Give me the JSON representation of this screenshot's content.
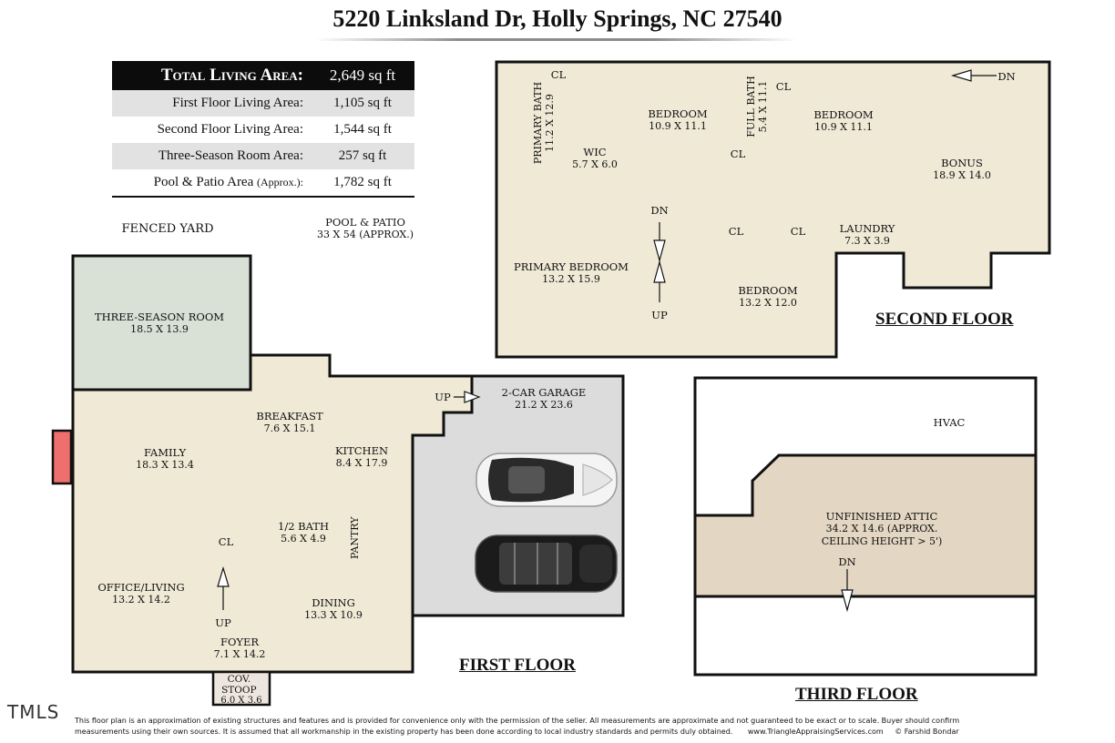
{
  "title": "5220 Linksland Dr, Holly Springs, NC 27540",
  "areas": {
    "total": {
      "label": "Total Living Area:",
      "value": "2,649 sq ft"
    },
    "rows": [
      {
        "label": "First Floor Living Area:",
        "value": "1,105 sq ft"
      },
      {
        "label": "Second Floor Living Area:",
        "value": "1,544 sq ft"
      },
      {
        "label": "Three-Season Room Area:",
        "value": "257 sq ft"
      },
      {
        "label": "Pool & Patio Area",
        "qualifier": "(Approx.):",
        "value": "1,782 sq ft"
      }
    ]
  },
  "outdoor": {
    "fenced_yard": "FENCED YARD",
    "pool_patio": "POOL & PATIO",
    "pool_patio_dim": "33 X 54 (APPROX.)"
  },
  "first_floor": {
    "name": "FIRST FLOOR",
    "rooms": {
      "three_season": {
        "name": "THREE-SEASON ROOM",
        "dim": "18.5 X 13.9"
      },
      "breakfast": {
        "name": "BREAKFAST",
        "dim": "7.6 X 15.1"
      },
      "family": {
        "name": "FAMILY",
        "dim": "18.3 X 13.4"
      },
      "kitchen": {
        "name": "KITCHEN",
        "dim": "8.4 X 17.9"
      },
      "half_bath": {
        "name": "1/2 BATH",
        "dim": "5.6 X 4.9"
      },
      "pantry": "PANTRY",
      "closet": "CL",
      "office": {
        "name": "OFFICE/LIVING",
        "dim": "13.2 X 14.2"
      },
      "dining": {
        "name": "DINING",
        "dim": "13.3 X 10.9"
      },
      "foyer": {
        "name": "FOYER",
        "dim": "7.1 X 14.2"
      },
      "stoop": {
        "name": "COV. STOOP",
        "dim": "6.0 X 3.6"
      },
      "garage": {
        "name": "2-CAR GARAGE",
        "dim": "21.2 X 23.6"
      }
    },
    "stairs_up": "UP",
    "garage_up": "UP"
  },
  "second_floor": {
    "name": "SECOND FLOOR",
    "rooms": {
      "primary_bath": {
        "name": "PRIMARY BATH",
        "dim": "11.2 X 12.9"
      },
      "bedroom_a": {
        "name": "BEDROOM",
        "dim": "10.9 X 11.1"
      },
      "full_bath": {
        "name": "FULL BATH",
        "dim": "5.4 X 11.1"
      },
      "bedroom_b": {
        "name": "BEDROOM",
        "dim": "10.9 X 11.1"
      },
      "wic": {
        "name": "WIC",
        "dim": "5.7 X 6.0"
      },
      "bonus": {
        "name": "BONUS",
        "dim": "18.9 X 14.0"
      },
      "primary_bedroom": {
        "name": "PRIMARY BEDROOM",
        "dim": "13.2 X 15.9"
      },
      "bedroom_c": {
        "name": "BEDROOM",
        "dim": "13.2 X 12.0"
      },
      "laundry": {
        "name": "LAUNDRY",
        "dim": "7.3 X 3.9"
      }
    },
    "closet": "CL",
    "stairs_dn": "DN",
    "stairs_up": "UP",
    "dn_top": "DN"
  },
  "third_floor": {
    "name": "THIRD FLOOR",
    "hvac": "HVAC",
    "attic": {
      "name": "UNFINISHED ATTIC",
      "dim": "34.2 X 14.6 (APPROX.",
      "note": "CEILING HEIGHT > 5')"
    },
    "stairs_dn": "DN"
  },
  "footer": {
    "line1": "This floor plan is an approximation of existing structures and features and is provided for convenience only with the permission of the seller.  All measurements are approximate and not guaranteed to be exact or to scale.  Buyer should confirm",
    "line2": "measurements using their own sources.  It is assumed that all workmanship in the existing property has been done according to local industry standards and permits duly obtained.",
    "website": "www.TriangleAppraisingServices.com",
    "copyright": "© Farshid Bondar"
  },
  "watermark": "TMLS",
  "colors": {
    "floor_fill": "#efe9d6",
    "three_season_fill": "#d9e0d5",
    "garage_fill": "#dcdcdc",
    "attic_fill": "#e3d6c2",
    "fireplace": "#ef6f6f"
  }
}
